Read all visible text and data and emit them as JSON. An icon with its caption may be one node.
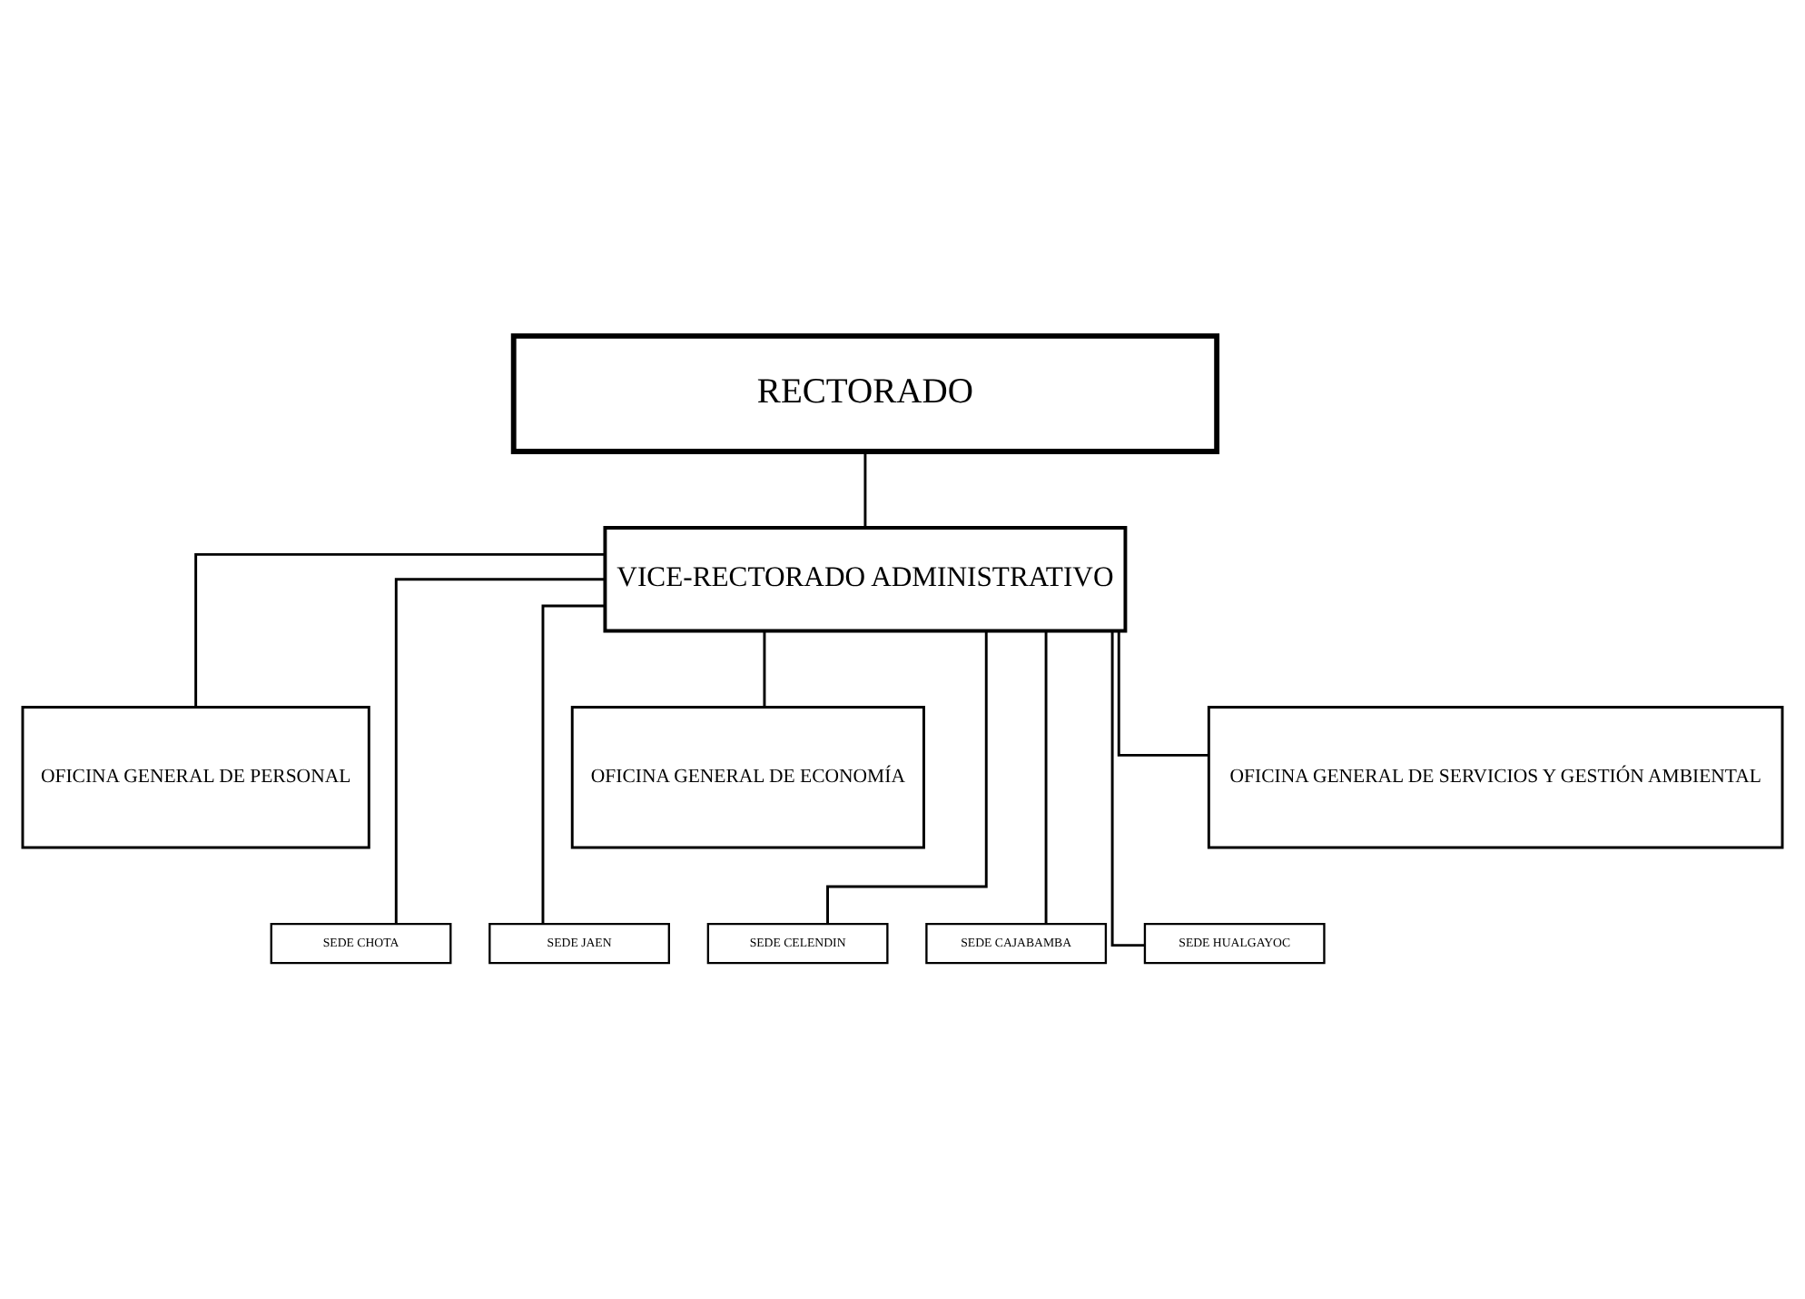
{
  "diagram": {
    "nodes": [
      {
        "text": [
          "RECTORADO"
        ]
      },
      {
        "text": [
          "VICE-RECTORADO ADMINISTRATIVO"
        ]
      },
      {
        "text": [
          "OFICINA GENERAL DE PERSONAL"
        ]
      },
      {
        "text": [
          "OFICINA GENERAL DE ECONOMÍA"
        ]
      },
      {
        "text": [
          "OFICINA GENERAL DE SERVICIOS Y GESTIÓN AMBIENTAL"
        ]
      },
      {
        "text": [
          "SEDE CHOTA"
        ]
      },
      {
        "text": [
          "SEDE JAEN"
        ]
      },
      {
        "text": [
          "SEDE CELENDIN"
        ]
      },
      {
        "text": [
          "SEDE CAJABAMBA"
        ]
      },
      {
        "text": [
          "SEDE HUALGAYOC"
        ]
      }
    ],
    "edges": [
      {
        "from": 0,
        "to": 1,
        "arrow": "none"
      },
      {
        "from": 1,
        "to": 2,
        "arrow": "none"
      },
      {
        "from": 1,
        "to": 3,
        "arrow": "none"
      },
      {
        "from": 1,
        "to": 4,
        "arrow": "none"
      },
      {
        "from": 1,
        "to": 5,
        "arrow": "none"
      },
      {
        "from": 1,
        "to": 6,
        "arrow": "none"
      },
      {
        "from": 1,
        "to": 7,
        "arrow": "none"
      },
      {
        "from": 1,
        "to": 8,
        "arrow": "none"
      },
      {
        "from": 1,
        "to": 9,
        "arrow": "none"
      }
    ]
  }
}
